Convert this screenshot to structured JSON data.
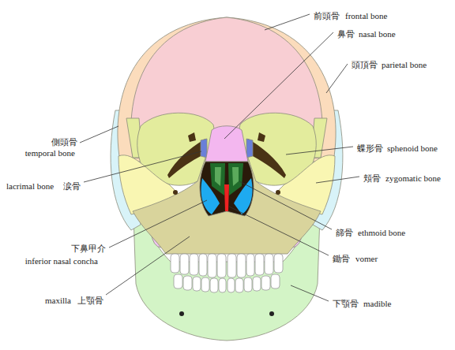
{
  "diagram": {
    "labels": [
      "前頭骨",
      "frontal bone",
      "鼻骨",
      "nasal bone",
      "頭頂骨",
      "parietal bone",
      "側頭骨",
      "temporal bone",
      "蝶形骨",
      "sphenoid bone",
      "頬骨",
      "zygomatic bone",
      "lacrimal bone",
      "涙骨",
      "篩骨",
      "ethmoid bone",
      "下鼻甲介",
      "inferior nasal concha",
      "鋤骨",
      "vomer",
      "maxilla",
      "上顎骨",
      "下顎骨",
      "madible"
    ]
  }
}
